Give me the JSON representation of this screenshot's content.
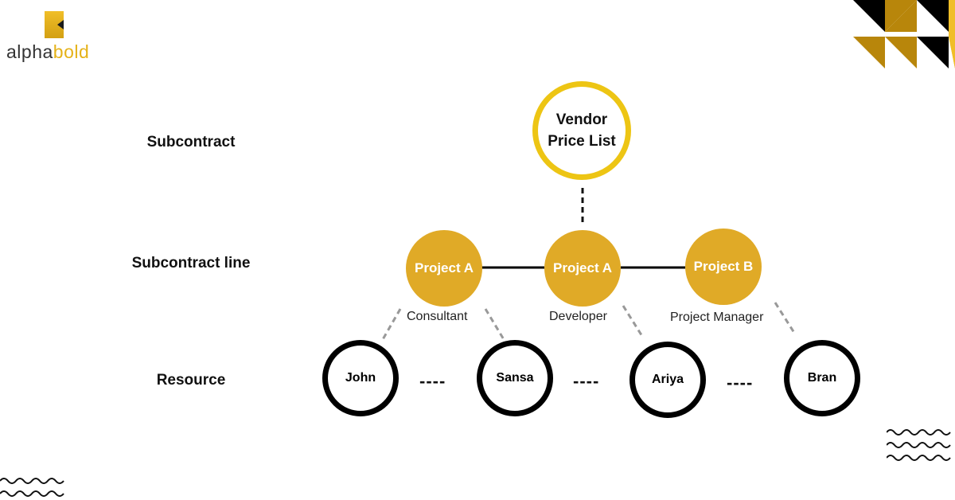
{
  "logo": {
    "alpha": "alpha",
    "bold": "bold"
  },
  "rows": {
    "subcontract": "Subcontract",
    "subcontract_line": "Subcontract line",
    "resource": "Resource"
  },
  "vendor": {
    "label": "Vendor Price List"
  },
  "projects": [
    {
      "label": "Project A",
      "role": "Consultant"
    },
    {
      "label": "Project A",
      "role": "Developer"
    },
    {
      "label": "Project B",
      "role": "Project Manager"
    }
  ],
  "resources": [
    "John",
    "Sansa",
    "Ariya",
    "Bran"
  ],
  "separator": "----",
  "colors": {
    "gold": "#e0aa27",
    "vendor_ring": "#edc514",
    "ring": "#000000",
    "brand_dark": "#b8860b"
  }
}
